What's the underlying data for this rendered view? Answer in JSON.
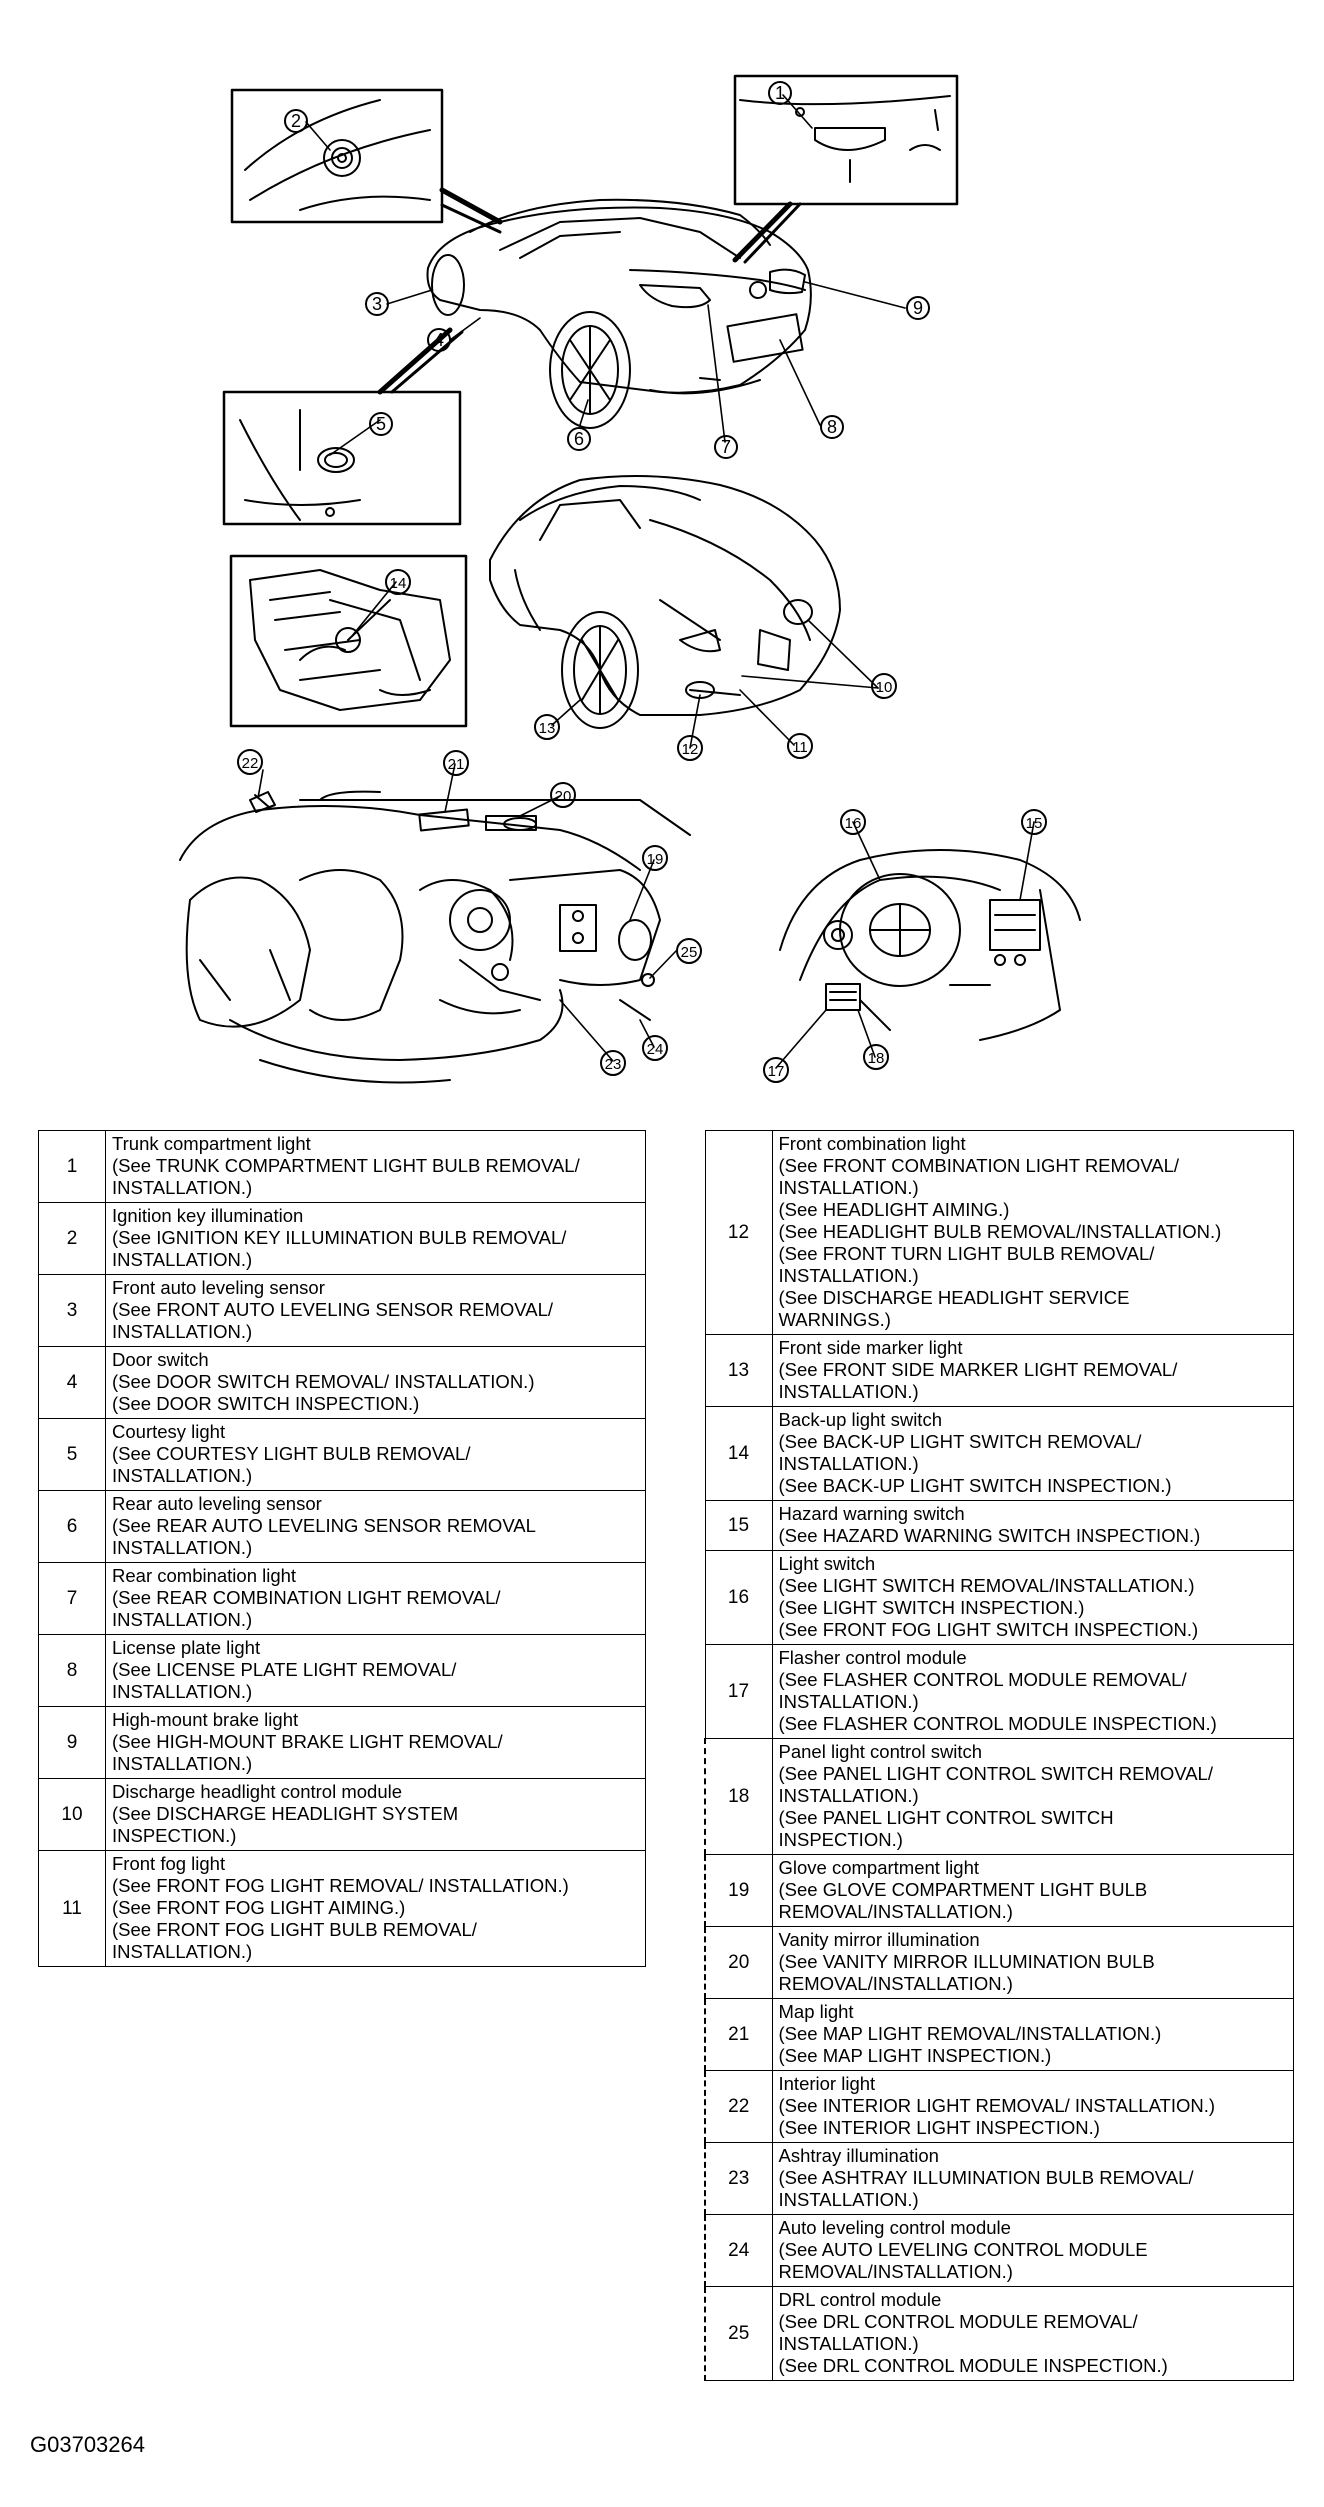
{
  "figure_code": "G03703264",
  "callouts": [
    "1",
    "2",
    "3",
    "4",
    "5",
    "6",
    "7",
    "8",
    "9",
    "10",
    "11",
    "12",
    "13",
    "14",
    "15",
    "16",
    "17",
    "18",
    "19",
    "20",
    "21",
    "22",
    "23",
    "24",
    "25"
  ],
  "components_left": [
    {
      "num": "1",
      "lines": [
        "Trunk compartment light",
        "(See TRUNK COMPARTMENT LIGHT BULB REMOVAL/",
        "INSTALLATION.)"
      ]
    },
    {
      "num": "2",
      "lines": [
        "Ignition key illumination",
        "(See IGNITION KEY ILLUMINATION BULB REMOVAL/",
        "INSTALLATION.)"
      ]
    },
    {
      "num": "3",
      "lines": [
        "Front auto leveling sensor",
        "(See FRONT AUTO LEVELING SENSOR REMOVAL/",
        "INSTALLATION.)"
      ]
    },
    {
      "num": "4",
      "lines": [
        "Door switch",
        "(See DOOR SWITCH REMOVAL/ INSTALLATION.)",
        "(See DOOR SWITCH INSPECTION.)"
      ]
    },
    {
      "num": "5",
      "lines": [
        "Courtesy light",
        "(See COURTESY LIGHT BULB REMOVAL/",
        "INSTALLATION.)"
      ]
    },
    {
      "num": "6",
      "lines": [
        "Rear auto leveling sensor",
        "(See REAR AUTO LEVELING SENSOR REMOVAL",
        "INSTALLATION.)"
      ]
    },
    {
      "num": "7",
      "lines": [
        "Rear combination light",
        "(See REAR COMBINATION LIGHT REMOVAL/",
        "INSTALLATION.)"
      ]
    },
    {
      "num": "8",
      "lines": [
        "License plate light",
        "(See LICENSE PLATE LIGHT REMOVAL/",
        "INSTALLATION.)"
      ]
    },
    {
      "num": "9",
      "lines": [
        "High-mount brake light",
        "(See HIGH-MOUNT BRAKE LIGHT REMOVAL/",
        "INSTALLATION.)"
      ]
    },
    {
      "num": "10",
      "lines": [
        "Discharge headlight control module",
        "(See DISCHARGE HEADLIGHT SYSTEM",
        "INSPECTION.)"
      ]
    },
    {
      "num": "11",
      "lines": [
        "Front fog light",
        "(See FRONT FOG LIGHT REMOVAL/ INSTALLATION.)",
        "(See FRONT FOG LIGHT AIMING.)",
        "(See FRONT FOG LIGHT BULB REMOVAL/",
        "INSTALLATION.)"
      ]
    }
  ],
  "components_right": [
    {
      "num": "12",
      "lines": [
        "Front combination light",
        "(See FRONT COMBINATION LIGHT REMOVAL/",
        "INSTALLATION.)",
        "(See HEADLIGHT AIMING.)",
        "(See HEADLIGHT BULB REMOVAL/INSTALLATION.)",
        "(See FRONT TURN LIGHT BULB REMOVAL/",
        "INSTALLATION.)",
        "(See DISCHARGE HEADLIGHT SERVICE",
        "WARNINGS.)"
      ]
    },
    {
      "num": "13",
      "lines": [
        "Front side marker light",
        "(See FRONT SIDE MARKER LIGHT REMOVAL/",
        "INSTALLATION.)"
      ]
    },
    {
      "num": "14",
      "lines": [
        "Back-up light switch",
        "(See BACK-UP LIGHT SWITCH REMOVAL/",
        "INSTALLATION.)",
        "(See BACK-UP LIGHT SWITCH INSPECTION.)"
      ]
    },
    {
      "num": "15",
      "lines": [
        "Hazard warning switch",
        "(See HAZARD WARNING SWITCH INSPECTION.)"
      ]
    },
    {
      "num": "16",
      "lines": [
        "Light switch",
        "(See LIGHT SWITCH REMOVAL/INSTALLATION.)",
        "(See LIGHT SWITCH INSPECTION.)",
        "(See FRONT FOG LIGHT SWITCH INSPECTION.)"
      ]
    },
    {
      "num": "17",
      "lines": [
        "Flasher control module",
        "(See FLASHER CONTROL MODULE REMOVAL/",
        "INSTALLATION.)",
        "(See FLASHER CONTROL MODULE INSPECTION.)"
      ]
    },
    {
      "num": "18",
      "lines": [
        "Panel light control switch",
        "(See PANEL LIGHT CONTROL SWITCH REMOVAL/",
        "INSTALLATION.)",
        "(See PANEL LIGHT CONTROL SWITCH",
        "INSPECTION.)"
      ]
    },
    {
      "num": "19",
      "lines": [
        "Glove compartment light",
        "(See GLOVE COMPARTMENT LIGHT BULB",
        "REMOVAL/INSTALLATION.)"
      ]
    },
    {
      "num": "20",
      "lines": [
        "Vanity mirror illumination",
        "(See VANITY MIRROR ILLUMINATION BULB",
        "REMOVAL/INSTALLATION.)"
      ]
    },
    {
      "num": "21",
      "lines": [
        "Map light",
        "(See MAP LIGHT REMOVAL/INSTALLATION.)",
        "(See MAP LIGHT INSPECTION.)"
      ]
    },
    {
      "num": "22",
      "lines": [
        "Interior light",
        "(See INTERIOR LIGHT REMOVAL/ INSTALLATION.)",
        "(See INTERIOR LIGHT INSPECTION.)"
      ]
    },
    {
      "num": "23",
      "lines": [
        "Ashtray illumination",
        "(See ASHTRAY ILLUMINATION BULB REMOVAL/",
        "INSTALLATION.)"
      ]
    },
    {
      "num": "24",
      "lines": [
        "Auto leveling control module",
        "(See AUTO LEVELING CONTROL MODULE",
        "REMOVAL/INSTALLATION.)"
      ]
    },
    {
      "num": "25",
      "lines": [
        "DRL control module",
        "(See DRL CONTROL MODULE REMOVAL/",
        "INSTALLATION.)",
        "(See DRL CONTROL MODULE INSPECTION.)"
      ]
    }
  ]
}
